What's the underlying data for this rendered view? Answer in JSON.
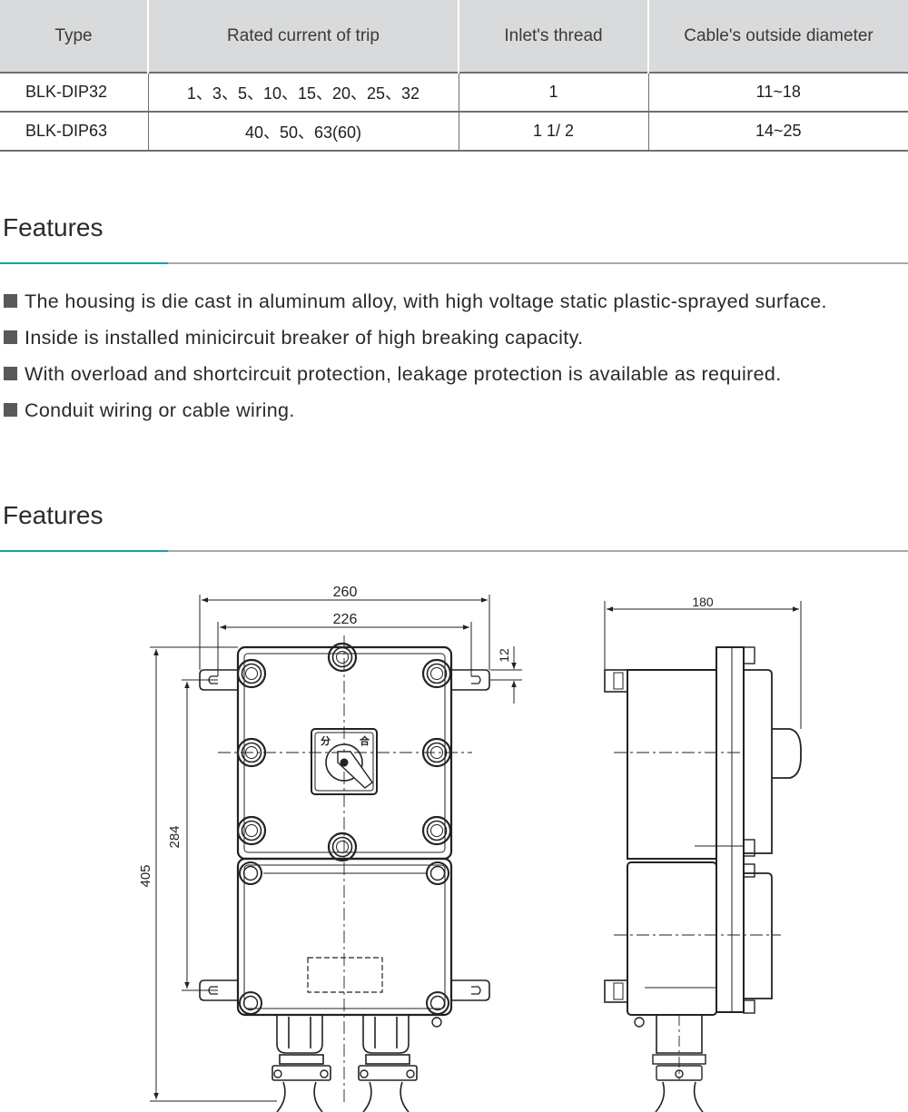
{
  "spec_table": {
    "headers": [
      "Type",
      "Rated current of trip",
      "Inlet's thread",
      "Cable's outside diameter"
    ],
    "rows": [
      [
        "BLK-DIP32",
        "1、3、5、10、15、20、25、32",
        "1",
        "11~18"
      ],
      [
        "BLK-DIP63",
        "40、50、63(60)",
        "1 1/ 2",
        "14~25"
      ]
    ]
  },
  "sections": {
    "features_title": "Features",
    "drawing_title": "Features"
  },
  "features": [
    "The housing is die cast in aluminum alloy, with high voltage static plastic-sprayed surface.",
    "Inside is installed minicircuit breaker of high breaking capacity.",
    "With overload and shortcircuit protection, leakage protection is available as required.",
    "Conduit wiring or cable wiring."
  ],
  "drawing": {
    "front_width": "260",
    "bolt_spacing": "226",
    "ear_offset": "12",
    "mount_height": "284",
    "total_height": "405",
    "side_depth": "180",
    "switch_label_left": "分",
    "switch_label_right": "合"
  },
  "colors": {
    "header_bg": "#d9dadb",
    "accent": "#1c9ea3",
    "rule": "#a9a9a9",
    "bullet": "#595959"
  }
}
